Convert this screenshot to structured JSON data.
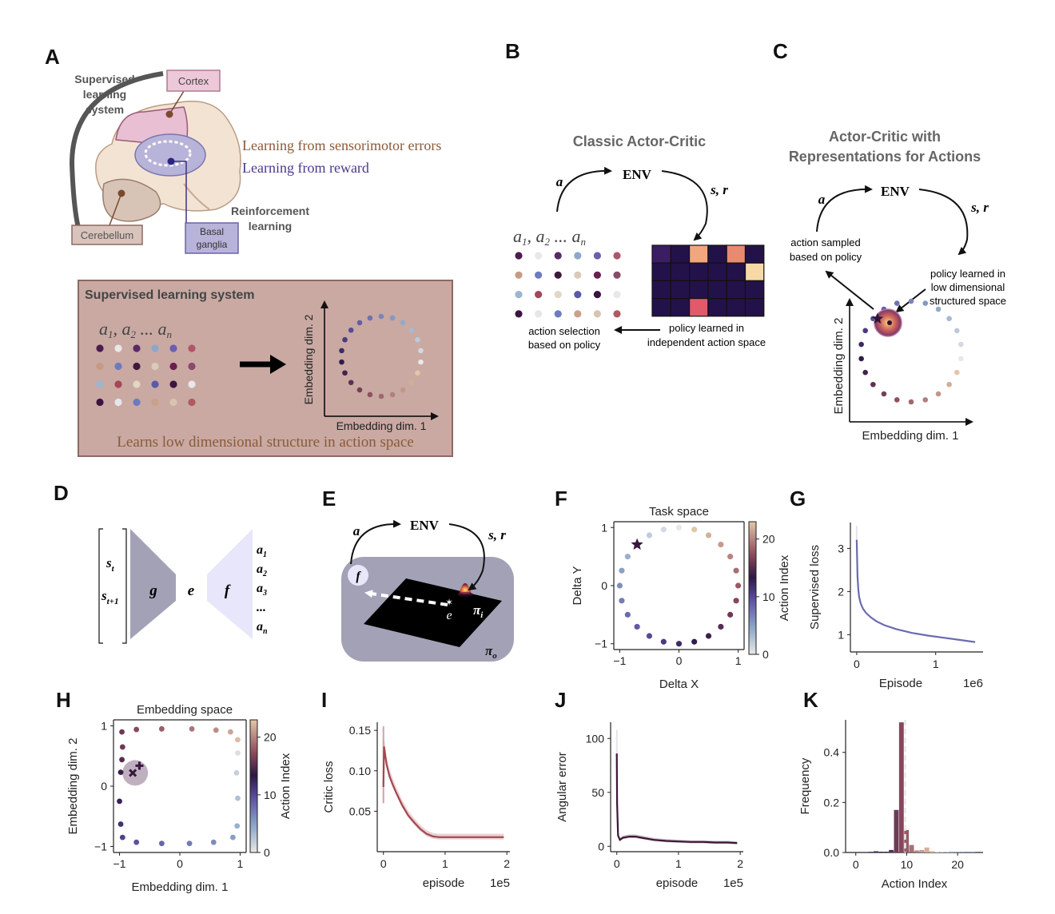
{
  "panel_letters": {
    "A": "A",
    "B": "B",
    "C": "C",
    "D": "D",
    "E": "E",
    "F": "F",
    "G": "G",
    "H": "H",
    "I": "I",
    "J": "J",
    "K": "K"
  },
  "panelA": {
    "supervised_label": [
      "Supervised",
      "learning",
      "system"
    ],
    "cortex": "Cortex",
    "cerebellum": "Cerebellum",
    "basal_ganglia": [
      "Basal",
      "ganglia"
    ],
    "rl_label": [
      "Reinforcement",
      "learning"
    ],
    "sensorimotor_text": "Learning from sensorimotor errors",
    "reward_text": "Learning from reward",
    "box_title": "Supervised learning system",
    "actions_label": {
      "a1": "a",
      "s1": "1",
      "a2": "a",
      "s2": "2",
      "dots": "...",
      "an": "a",
      "sn": "n"
    },
    "embed_y": "Embedding dim. 2",
    "embed_x": "Embedding dim. 1",
    "box_caption": "Learns low dimensional structure in action space"
  },
  "panelB": {
    "title": "Classic Actor-Critic",
    "env": "ENV",
    "a": "a",
    "sr": "s, r",
    "actions_label": {
      "a1": "a",
      "s1": "1",
      "a2": "a",
      "s2": "2",
      "dots": "...",
      "an": "a",
      "sn": "n"
    },
    "action_selection": [
      "action selection",
      "based on policy"
    ],
    "policy_learned": [
      "policy learned in",
      "independent action space"
    ]
  },
  "panelC": {
    "title": [
      "Actor-Critic with",
      "Representations for Actions"
    ],
    "env": "ENV",
    "a": "a",
    "sr": "s, r",
    "action_sampled": [
      "action sampled",
      "based on policy"
    ],
    "policy_learned": [
      "policy learned in",
      "low dimensional",
      "structured space"
    ],
    "embed_y": "Embedding dim. 2",
    "embed_x": "Embedding dim. 1"
  },
  "panelD": {
    "st": "s",
    "st_sub": "t",
    "st1": "s",
    "st1_sub": "t+1",
    "g": "g",
    "e": "e",
    "f": "f",
    "outputs": [
      {
        "a": "a",
        "s": "1"
      },
      {
        "a": "a",
        "s": "2"
      },
      {
        "a": "a",
        "s": "3"
      },
      {
        "a": "...",
        "s": ""
      },
      {
        "a": "a",
        "s": "n"
      }
    ]
  },
  "panelE": {
    "a": "a",
    "env": "ENV",
    "sr": "s, r",
    "f": "f",
    "e": "e",
    "pi_i": "π",
    "pi_i_sub": "i",
    "pi_o": "π",
    "pi_o_sub": "o"
  },
  "colors": {
    "brown_text": "#8a5a3a",
    "purple_text": "#4b3a8a",
    "box_fill": "#c9a9a2",
    "box_stroke": "#8c6a63",
    "cortex_fill": "#e8bfd3",
    "bg_fill": "#b8b3d8",
    "g_fill": "#a3a1b6",
    "f_fill": "#e8e6fa",
    "critic": "#a3474f",
    "angular": "#3e1636",
    "sup_loss": "#6a6bb0"
  },
  "chart_data": [
    {
      "id": "F",
      "type": "scatter",
      "title": "Task space",
      "xlabel": "Delta X",
      "ylabel": "Delta Y",
      "xlim": [
        -1,
        1
      ],
      "ylim": [
        -1,
        1
      ],
      "xticks": [
        "−1",
        "0",
        "1"
      ],
      "yticks": [
        "−1",
        "0",
        "1"
      ],
      "n_points": 24,
      "radius": 1,
      "highlight_index": 9,
      "colorbar": {
        "label": "Action Index",
        "ticks": [
          "0",
          "10",
          "20"
        ],
        "range": [
          0,
          23
        ]
      }
    },
    {
      "id": "G",
      "type": "line",
      "xlabel": "Episode",
      "ylabel": "Supervised loss",
      "x_scale_label": "1e6",
      "xticks": [
        "0",
        "1"
      ],
      "yticks": [
        "1",
        "2",
        "3"
      ],
      "xlim": [
        -0.08,
        1.6
      ],
      "ylim": [
        0.6,
        3.6
      ],
      "series": [
        {
          "x": [
            0,
            0.01,
            0.02,
            0.03,
            0.05,
            0.08,
            0.12,
            0.18,
            0.25,
            0.35,
            0.5,
            0.7,
            0.9,
            1.1,
            1.3,
            1.5
          ],
          "y": [
            3.2,
            2.35,
            2.05,
            1.88,
            1.73,
            1.6,
            1.5,
            1.4,
            1.31,
            1.22,
            1.13,
            1.04,
            0.98,
            0.93,
            0.88,
            0.83
          ]
        }
      ]
    },
    {
      "id": "H",
      "type": "scatter",
      "title": "Embedding space",
      "xlabel": "Embedding dim. 1",
      "ylabel": "Embedding dim. 2",
      "xlim": [
        -1,
        1
      ],
      "ylim": [
        -1,
        1
      ],
      "xticks": [
        "−1",
        "0",
        "1"
      ],
      "yticks": [
        "−1",
        "0",
        "1"
      ],
      "points": [
        [
          -0.96,
          0.9
        ],
        [
          -0.72,
          0.94
        ],
        [
          -0.3,
          0.95
        ],
        [
          0.2,
          0.95
        ],
        [
          0.6,
          0.93
        ],
        [
          0.84,
          0.9
        ],
        [
          0.96,
          0.77
        ],
        [
          0.96,
          0.55
        ],
        [
          0.94,
          0.22
        ],
        [
          0.96,
          -0.2
        ],
        [
          0.95,
          -0.66
        ],
        [
          0.88,
          -0.85
        ],
        [
          0.56,
          -0.93
        ],
        [
          0.16,
          -0.95
        ],
        [
          -0.3,
          -0.95
        ],
        [
          -0.72,
          -0.93
        ],
        [
          -0.95,
          -0.85
        ],
        [
          -0.98,
          -0.63
        ],
        [
          -1.0,
          -0.25
        ],
        [
          -0.98,
          0.23
        ],
        [
          -0.96,
          0.44
        ],
        [
          -0.95,
          0.65
        ]
      ],
      "star": [
        -0.78,
        0.22
      ],
      "plus": [
        -0.67,
        0.34
      ],
      "colorbar": {
        "label": "Action Index",
        "ticks": [
          "0",
          "10",
          "20"
        ],
        "range": [
          0,
          23
        ]
      }
    },
    {
      "id": "I",
      "type": "line",
      "xlabel": "episode",
      "ylabel": "Critic loss",
      "x_scale_label": "1e5",
      "xticks": [
        "0",
        "1",
        "2"
      ],
      "yticks": [
        "0.05",
        "0.10",
        "0.15"
      ],
      "xlim": [
        -0.1,
        2.05
      ],
      "ylim": [
        0,
        0.16
      ],
      "series": [
        {
          "x": [
            0,
            0.01,
            0.05,
            0.1,
            0.15,
            0.2,
            0.3,
            0.4,
            0.5,
            0.6,
            0.7,
            0.8,
            0.9,
            1.0,
            1.2,
            1.4,
            1.6,
            1.8,
            1.95
          ],
          "y": [
            0.08,
            0.13,
            0.108,
            0.093,
            0.083,
            0.074,
            0.058,
            0.045,
            0.036,
            0.028,
            0.022,
            0.019,
            0.018,
            0.018,
            0.018,
            0.018,
            0.018,
            0.018,
            0.018
          ]
        }
      ]
    },
    {
      "id": "J",
      "type": "line",
      "xlabel": "episode",
      "ylabel": "Angular error",
      "x_scale_label": "1e5",
      "xticks": [
        "0",
        "1",
        "2"
      ],
      "yticks": [
        "0",
        "50",
        "100"
      ],
      "xlim": [
        -0.1,
        2.05
      ],
      "ylim": [
        -5,
        115
      ],
      "series": [
        {
          "x": [
            0,
            0.005,
            0.02,
            0.05,
            0.1,
            0.2,
            0.3,
            0.4,
            0.5,
            0.6,
            0.8,
            1.0,
            1.2,
            1.4,
            1.6,
            1.8,
            1.95
          ],
          "y": [
            86,
            40,
            10,
            6,
            8,
            9,
            9,
            8,
            7,
            6,
            5,
            4.5,
            4,
            4,
            3.5,
            3.5,
            3
          ]
        }
      ]
    },
    {
      "id": "K",
      "type": "bar",
      "xlabel": "Action Index",
      "ylabel": "Frequency",
      "xticks": [
        "0",
        "10",
        "20"
      ],
      "yticks": [
        "0.0",
        "0.2",
        "0.4"
      ],
      "xlim": [
        -2,
        25
      ],
      "ylim": [
        0,
        0.53
      ],
      "mean_line": 9.7,
      "categories": [
        0,
        1,
        2,
        3,
        4,
        5,
        6,
        7,
        8,
        9,
        10,
        11,
        12,
        13,
        14,
        15,
        16,
        17,
        18,
        19,
        20,
        21,
        22,
        23
      ],
      "values": [
        0,
        0,
        0,
        0.003,
        0.005,
        0.003,
        0.003,
        0.01,
        0.17,
        0.52,
        0.09,
        0.03,
        0.008,
        0.01,
        0.02,
        0.006,
        0.005,
        0.003,
        0.003,
        0.004,
        0.003,
        0.003,
        0.003,
        0.002
      ]
    }
  ]
}
